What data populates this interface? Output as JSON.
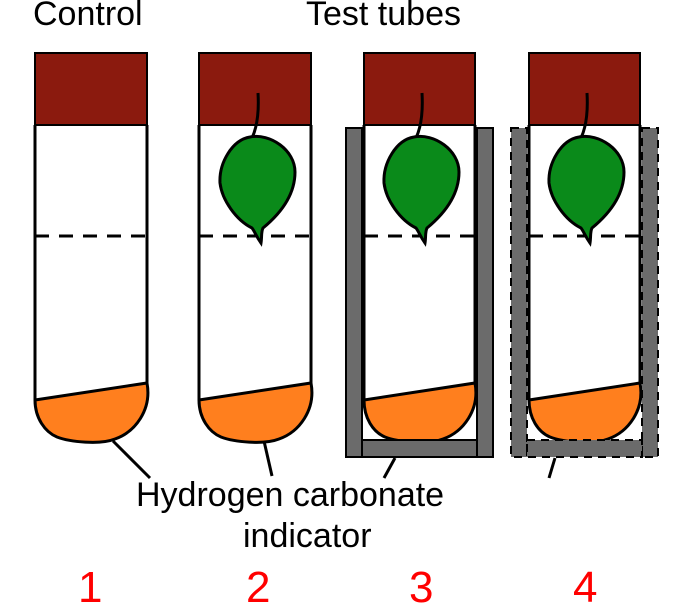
{
  "labels": {
    "control": "Control",
    "test_tubes": "Test tubes",
    "indicator_line1": "Hydrogen carbonate",
    "indicator_line2": "indicator"
  },
  "tube_numbers": [
    "1",
    "2",
    "3",
    "4"
  ],
  "colors": {
    "stopper": "#8b1a0e",
    "leaf": "#0a8a1a",
    "indicator": "#ff7f1e",
    "sleeve": "#6b6b6b",
    "number": "#ff0000"
  }
}
